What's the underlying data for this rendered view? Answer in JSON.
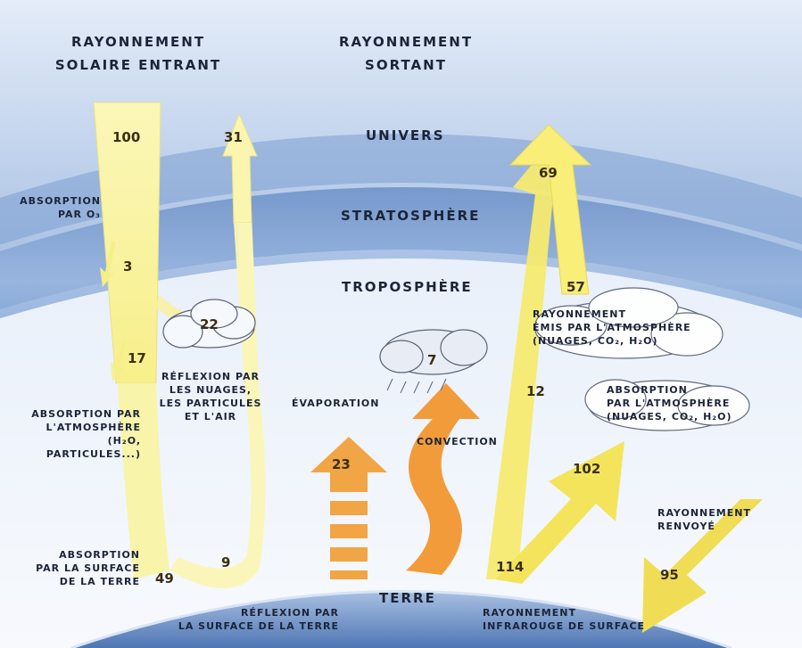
{
  "headers": {
    "incoming_line1": "RAYONNEMENT",
    "incoming_line2": "SOLAIRE ENTRANT",
    "outgoing_line1": "RAYONNEMENT",
    "outgoing_line2": "SORTANT"
  },
  "layers": {
    "univers": "UNIVERS",
    "stratosphere": "STRATOSPHÈRE",
    "troposphere": "TROPOSPHÈRE",
    "terre": "TERRE"
  },
  "values": {
    "incoming": "100",
    "reflected_total": "31",
    "ozone": "3",
    "atmosphere_absorption": "17",
    "cloud_reflection": "22",
    "surface_absorption": "49",
    "surface_reflection": "9",
    "evaporation": "23",
    "convection": "7",
    "window_ir": "12",
    "outgoing_total": "69",
    "atmosphere_emitted": "57",
    "surface_ir": "114",
    "absorbed_by_atm": "102",
    "back_radiation": "95"
  },
  "labels": {
    "ozone_line1": "ABSORPTION",
    "ozone_line2": "PAR O₃",
    "atm_abs_line1": "ABSORPTION PAR",
    "atm_abs_line2": "L'ATMOSPHÈRE",
    "atm_abs_line3": "(H₂O,",
    "atm_abs_line4": "PARTICULES...)",
    "reflexion_line1": "RÉFLEXION PAR",
    "reflexion_line2": "LES NUAGES,",
    "reflexion_line3": "LES PARTICULES",
    "reflexion_line4": "ET L'AIR",
    "surface_abs_line1": "ABSORPTION",
    "surface_abs_line2": "PAR LA SURFACE",
    "surface_abs_line3": "DE LA TERRE",
    "surface_refl_line1": "RÉFLEXION PAR",
    "surface_refl_line2": "LA SURFACE DE LA TERRE",
    "evaporation": "ÉVAPORATION",
    "convection": "CONVECTION",
    "emitted_line1": "RAYONNEMENT",
    "emitted_line2": "ÉMIS PAR L'ATMOSPHÈRE",
    "emitted_line3": "(NUAGES, CO₂, H₂O)",
    "absorbed_line1": "ABSORPTION",
    "absorbed_line2": "PAR L'ATMOSPHÈRE",
    "absorbed_line3": "(NUAGES, CO₂, H₂O)",
    "renvoye_line1": "RAYONNEMENT",
    "renvoye_line2": "RENVOYÉ",
    "surface_ir_line1": "RAYONNEMENT",
    "surface_ir_line2": "INFRAROUGE DE SURFACE"
  },
  "colors": {
    "sky": "#5f86bf",
    "stratosphere": "#7b9fd3",
    "troposphere": "#eef3fa",
    "earth": "#6d8fc4",
    "solar_arrow": "#f8f39a",
    "ir_arrow": "#f4e05a",
    "evaporation_arrow": "#f2a544",
    "convection_arrow": "#f29b3a"
  }
}
